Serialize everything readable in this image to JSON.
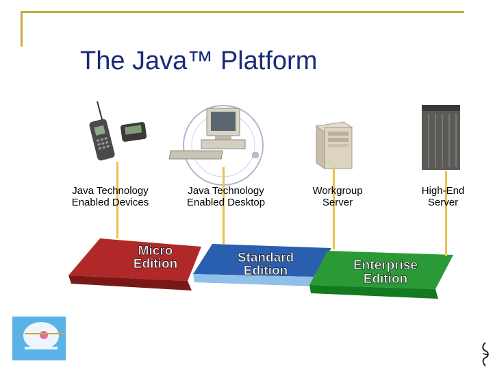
{
  "title": "The Java™ Platform",
  "devices": [
    {
      "label": "Java Technology\nEnabled Devices",
      "icon": "mobile-phone-pager-icon"
    },
    {
      "label": "Java Technology\nEnabled Desktop",
      "icon": "desktop-computer-icon"
    },
    {
      "label": "Workgroup\nServer",
      "icon": "tower-server-icon"
    },
    {
      "label": "High-End\nServer",
      "icon": "high-end-server-icon"
    }
  ],
  "editions": [
    {
      "line1": "Micro",
      "line2": "Edition",
      "color": "#b02828"
    },
    {
      "line1": "Standard",
      "line2": "Edition",
      "color": "#2a5fb0"
    },
    {
      "line1": "Enterprise",
      "line2": "Edition",
      "color": "#2a9a36"
    }
  ],
  "colors": {
    "accent_gold": "#c8a93c",
    "connector": "#e9c24a",
    "title": "#1a2a7a"
  }
}
